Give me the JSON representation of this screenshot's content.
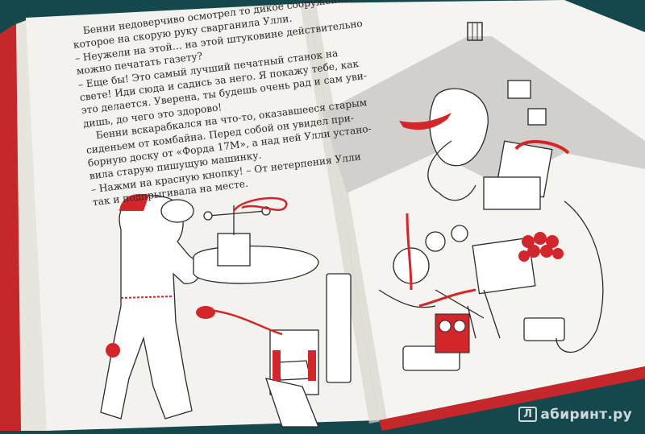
{
  "book": {
    "left_page_lines": [
      "Бенни недоверчиво осмотрел то дикое сооружение,",
      "которое на скорую руку сварганила Улли.",
      "– Неужели на этой… на этой штуковине действительно",
      "можно печатать газету?",
      "– Еще бы! Это самый лучший печатный станок на",
      "свете! Иди сюда и садись за него. Я покажу тебе, как",
      "это делается. Уверена, ты будешь очень рад и сам уви-",
      "дишь, до чего это здорово!",
      "Бенни вскарабкался на что-то, оказавшееся старым",
      "сиденьем от комбайна. Перед собой он увидел при-",
      "борную доску от «Форда 17M», а над ней Улли устано-",
      "вила старую пишущую машинку.",
      "– Нажми на красную кнопку! – От нетерпения Улли",
      "так и подпрыгивала на месте."
    ],
    "indented_lines": [
      0,
      8
    ]
  },
  "watermark": {
    "mark": "Л",
    "text": "абиринт.ру"
  },
  "colors": {
    "background": "#14484c",
    "paper": "#f4f2ee",
    "accent_red": "#d3262a",
    "ink": "#2a2a2a"
  }
}
